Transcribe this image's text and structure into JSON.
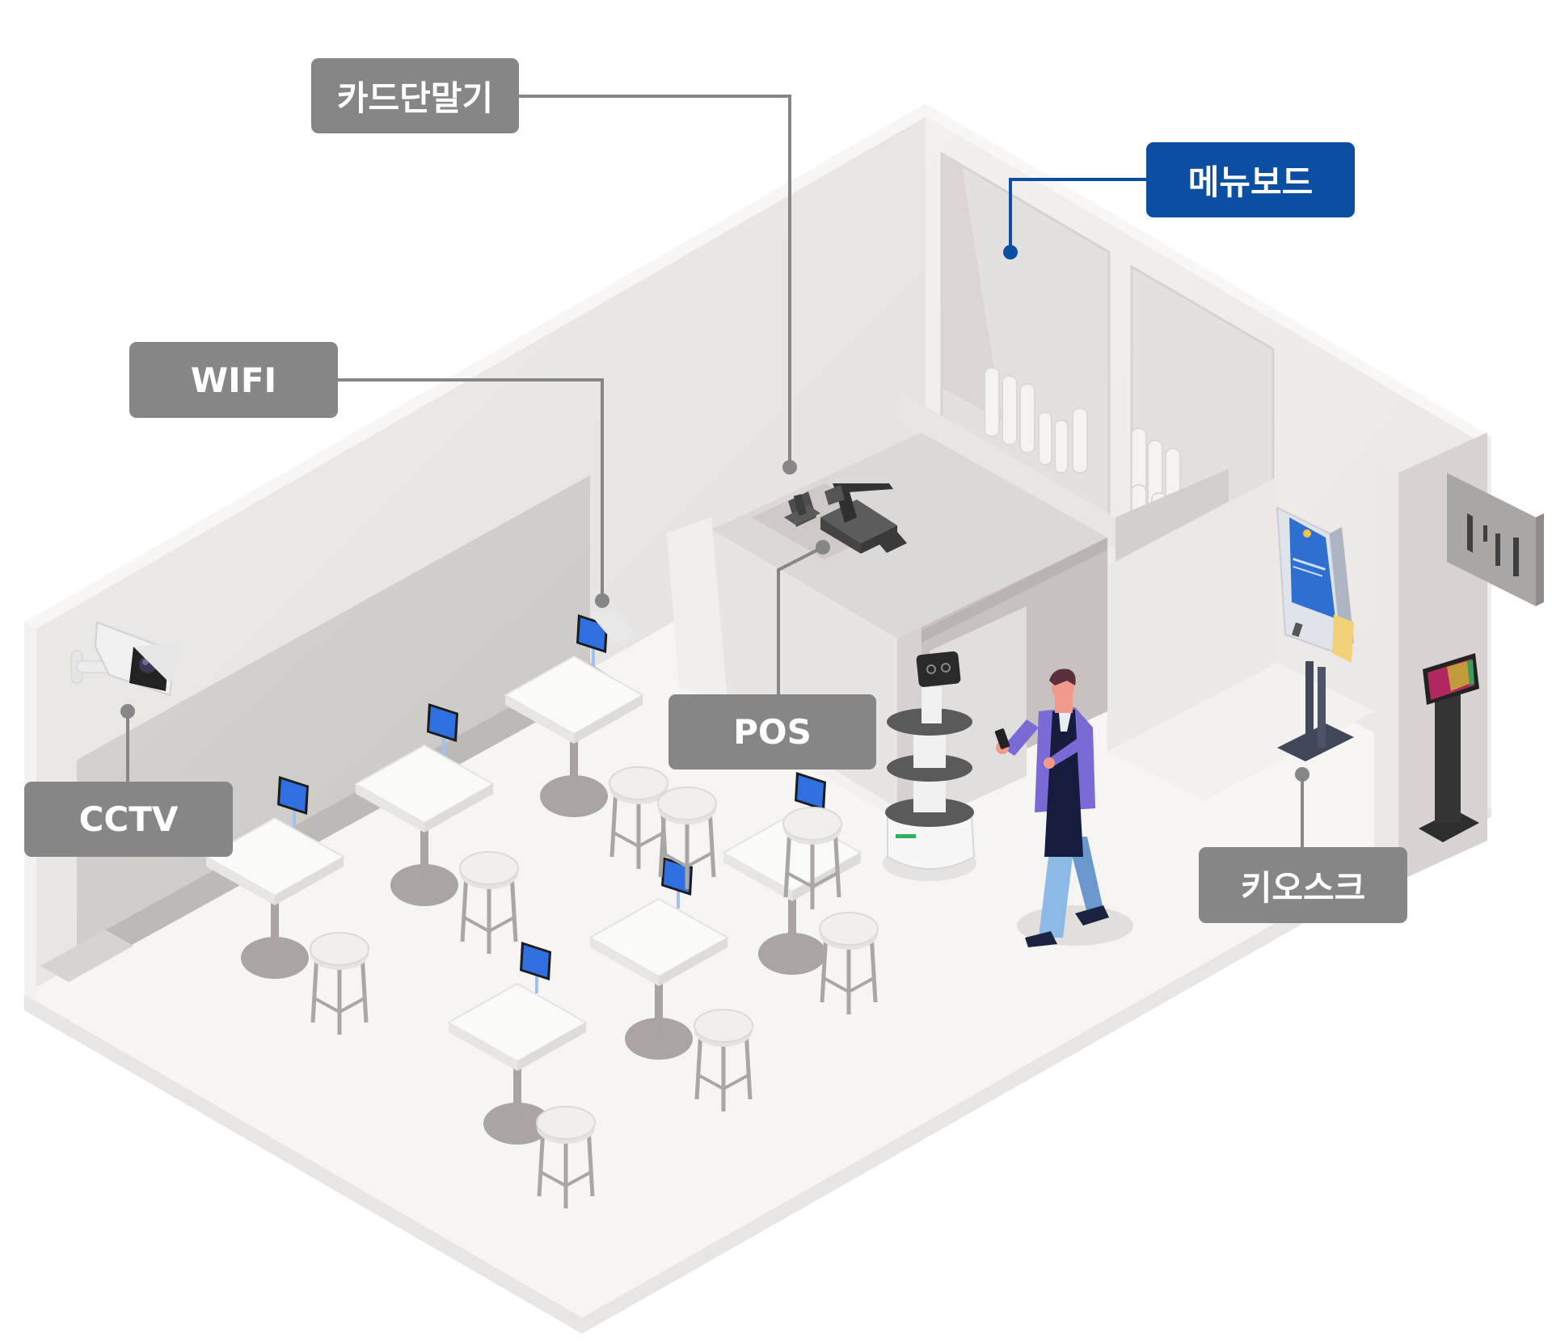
{
  "colors": {
    "label_default": "#868686",
    "label_accent": "#0b4ea2",
    "label_text": "#ffffff",
    "connector_default": "#868686",
    "connector_accent": "#0b4ea2",
    "tablet_screen": "#2f6fe0",
    "kiosk_screen": "#2f6fd0"
  },
  "callouts": [
    {
      "id": "card",
      "label": "카드단말기",
      "style": "default",
      "target": "card-terminal"
    },
    {
      "id": "menu",
      "label": "메뉴보드",
      "style": "accent",
      "target": "menu-board"
    },
    {
      "id": "wifi",
      "label": "WIFI",
      "style": "default",
      "target": "wifi-router"
    },
    {
      "id": "cctv",
      "label": "CCTV",
      "style": "default",
      "target": "cctv-camera"
    },
    {
      "id": "pos",
      "label": "POS",
      "style": "default",
      "target": "pos-terminal"
    },
    {
      "id": "kiosk",
      "label": "키오스크",
      "style": "default",
      "target": "kiosk"
    }
  ],
  "scene": {
    "room": "isometric cafe interior",
    "table_count": 6,
    "tablet_count": 6,
    "stool_count": 8,
    "objects": [
      "cctv-camera",
      "wifi-router",
      "card-terminal",
      "pos-terminal",
      "menu-board",
      "kiosk",
      "serving-robot",
      "staff-person",
      "cup-rack",
      "wall-sign",
      "order-tablet-stand"
    ]
  }
}
